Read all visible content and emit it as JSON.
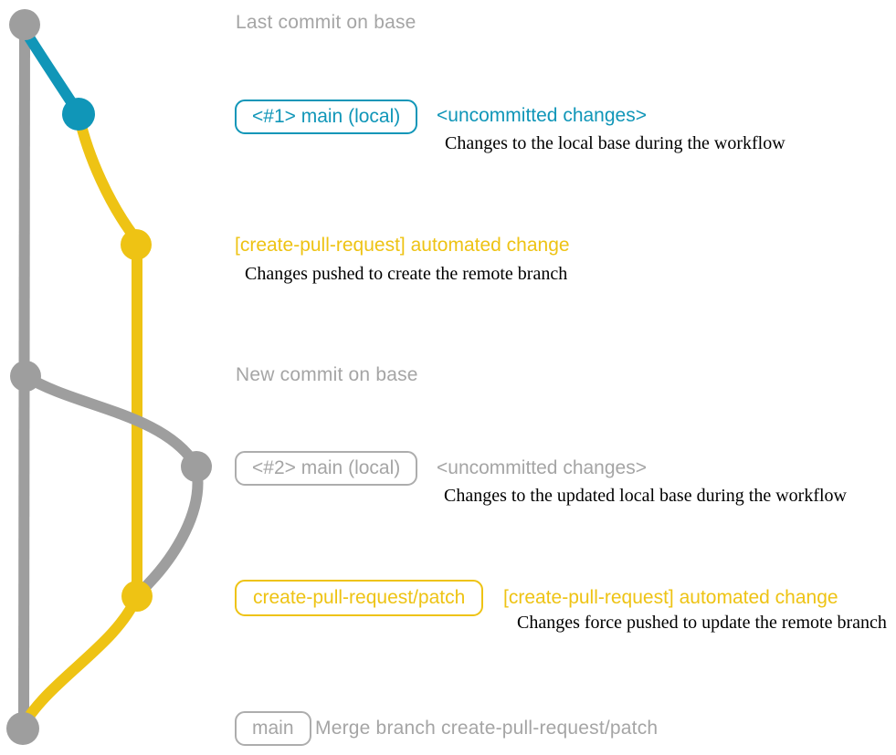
{
  "colors": {
    "teal": "#1096b8",
    "yellow": "#eec314",
    "gray": "#9e9e9e",
    "text-gray": "#a5a5a5",
    "ink": "#000000"
  },
  "graph": {
    "commit_dot_colors": [
      "gray",
      "teal",
      "yellow",
      "gray",
      "gray",
      "yellow",
      "gray"
    ],
    "branch_colors": {
      "base": "gray",
      "local_main": "teal",
      "pull_request_branch": "yellow"
    }
  },
  "annotations": {
    "last_commit_label": "Last commit on base",
    "new_commit_label": "New commit on base",
    "row1": {
      "badge": "<#1> main (local)",
      "headline": "<uncommitted changes>",
      "desc": "Changes to the local base during the workflow"
    },
    "row2": {
      "headline": "[create-pull-request] automated change",
      "desc": "Changes pushed to create the remote branch"
    },
    "row3": {
      "badge": "<#2> main (local)",
      "headline": "<uncommitted changes>",
      "desc": "Changes to the updated local base during the workflow"
    },
    "row4": {
      "badge": "create-pull-request/patch",
      "headline": "[create-pull-request] automated change",
      "desc": "Changes force pushed to update the remote branch"
    },
    "row5": {
      "badge": "main",
      "text": "Merge branch create-pull-request/patch"
    }
  }
}
